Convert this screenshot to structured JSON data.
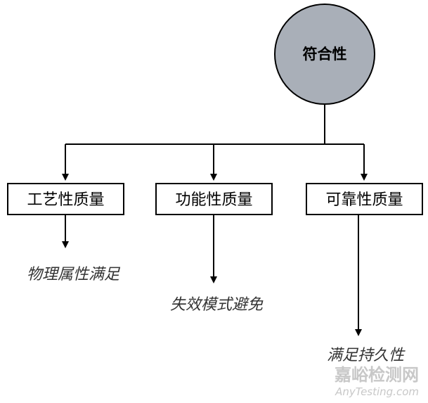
{
  "root": {
    "label": "符合性",
    "fill_color": "#a9afb8"
  },
  "categories": [
    {
      "label": "工艺性质量",
      "leaf": "物理属性满足"
    },
    {
      "label": "功能性质量",
      "leaf": "失效模式避免"
    },
    {
      "label": "可靠性质量",
      "leaf": "满足持久性"
    }
  ],
  "watermark": {
    "cn": "嘉峪检测网",
    "en": "AnyTesting.com"
  }
}
